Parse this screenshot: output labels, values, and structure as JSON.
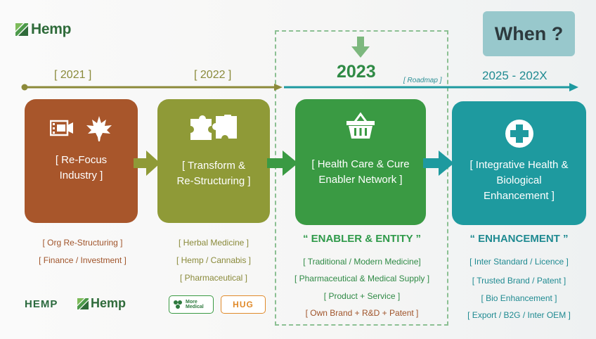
{
  "logo": {
    "text": "Hemp"
  },
  "when": {
    "text": "When ?"
  },
  "years": [
    "[ 2021 ]",
    "[ 2022 ]",
    "2023",
    "2025 - 202X"
  ],
  "roadmap": "[ Roadmap ]",
  "cards": [
    {
      "label": "[ Re-Focus\nIndustry ]",
      "color": "#a8562b",
      "icons": [
        "film-icon",
        "leaf-icon"
      ]
    },
    {
      "label": "[ Transform &\nRe-Structuring ]",
      "color": "#8f9a37",
      "icons": [
        "puzzle-icon"
      ]
    },
    {
      "label": "[ Health Care & Cure\nEnabler Network ]",
      "color": "#3a9a43",
      "icons": [
        "basket-icon"
      ]
    },
    {
      "label": "[ Integrative Health &\nBiological\nEnhancement ]",
      "color": "#1e9a9f",
      "icons": [
        "medical-cross-icon"
      ]
    }
  ],
  "columns": [
    {
      "items": [
        "[ Org Re-Structuring ]",
        "[ Finance / Investment ]"
      ],
      "color": "#a0542a"
    },
    {
      "items": [
        "[ Herbal Medicine ]",
        "[ Hemp / Cannabis ]",
        "[ Pharmaceutical ]"
      ],
      "color": "#8a8a3a"
    },
    {
      "heading": "“ ENABLER & ENTITY ”",
      "items": [
        "[ Traditional / Modern Medicine]",
        "[ Pharmaceutical & Medical Supply ]",
        "[ Product + Service ]",
        "[ Own Brand + R&D + Patent ]"
      ],
      "color": "#2f8a45",
      "last_color": "#a0542a"
    },
    {
      "heading": "“ ENHANCEMENT ”",
      "items": [
        "[ Inter Standard / Licence ]",
        "[ Trusted Brand / Patent ]",
        "[ Bio Enhancement ]",
        "[ Export / B2G  / Inter OEM ]"
      ],
      "color": "#1f8a91"
    }
  ],
  "bottom_logos": {
    "hemp_wordmark": "HEMP",
    "hemp_logo": "Hemp",
    "more_medical": "More\nMedical",
    "hug": "HUG"
  },
  "colors": {
    "olive_line": "#8c8a3a",
    "teal_line": "#1e9aa0",
    "arrow_green": "#3a9a43",
    "arrow_olive": "#8f9a37"
  }
}
